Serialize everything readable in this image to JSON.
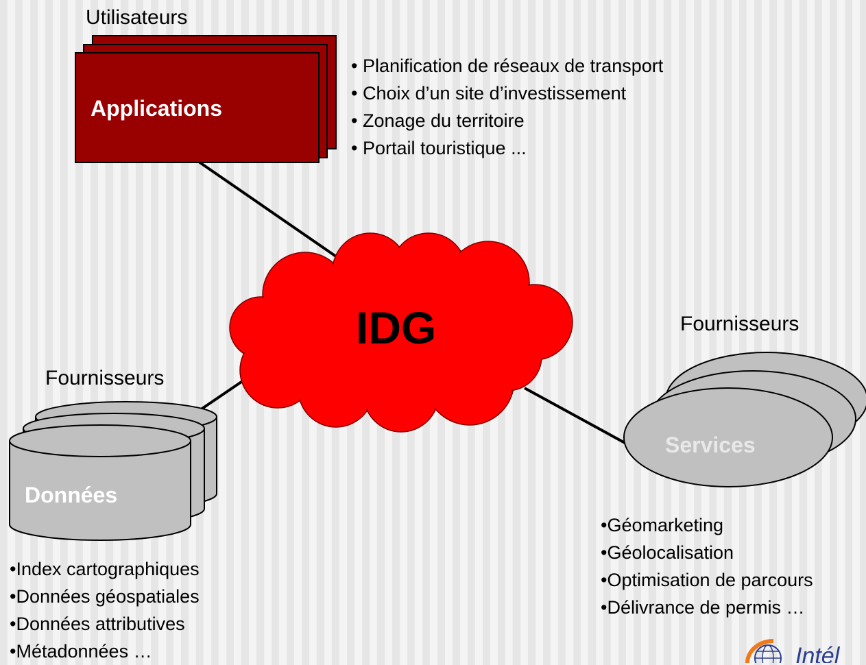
{
  "users_label": "Utilisateurs",
  "applications": {
    "label": "Applications",
    "examples": [
      "Planification de réseaux de transport",
      "Choix d’un site d’investissement",
      "Zonage du territoire",
      "Portail touristique ..."
    ]
  },
  "center": {
    "label": "IDG"
  },
  "data_providers": {
    "title": "Fournisseurs",
    "label": "Données",
    "items": [
      "Index cartographiques",
      "Données géospatiales",
      "Données attributives",
      "Métadonnées …"
    ]
  },
  "service_providers": {
    "title": "Fournisseurs",
    "label": "Services",
    "items": [
      "Géomarketing",
      "Géolocalisation",
      "Optimisation de parcours",
      "Délivrance de permis …"
    ]
  },
  "logo": {
    "icon": "globe-icon",
    "partial_text": "Intél"
  },
  "colors": {
    "applications_fill": "#990000",
    "cloud_fill": "#ff0000",
    "provider_fill": "#c0c0c0",
    "connector": "#000000"
  }
}
